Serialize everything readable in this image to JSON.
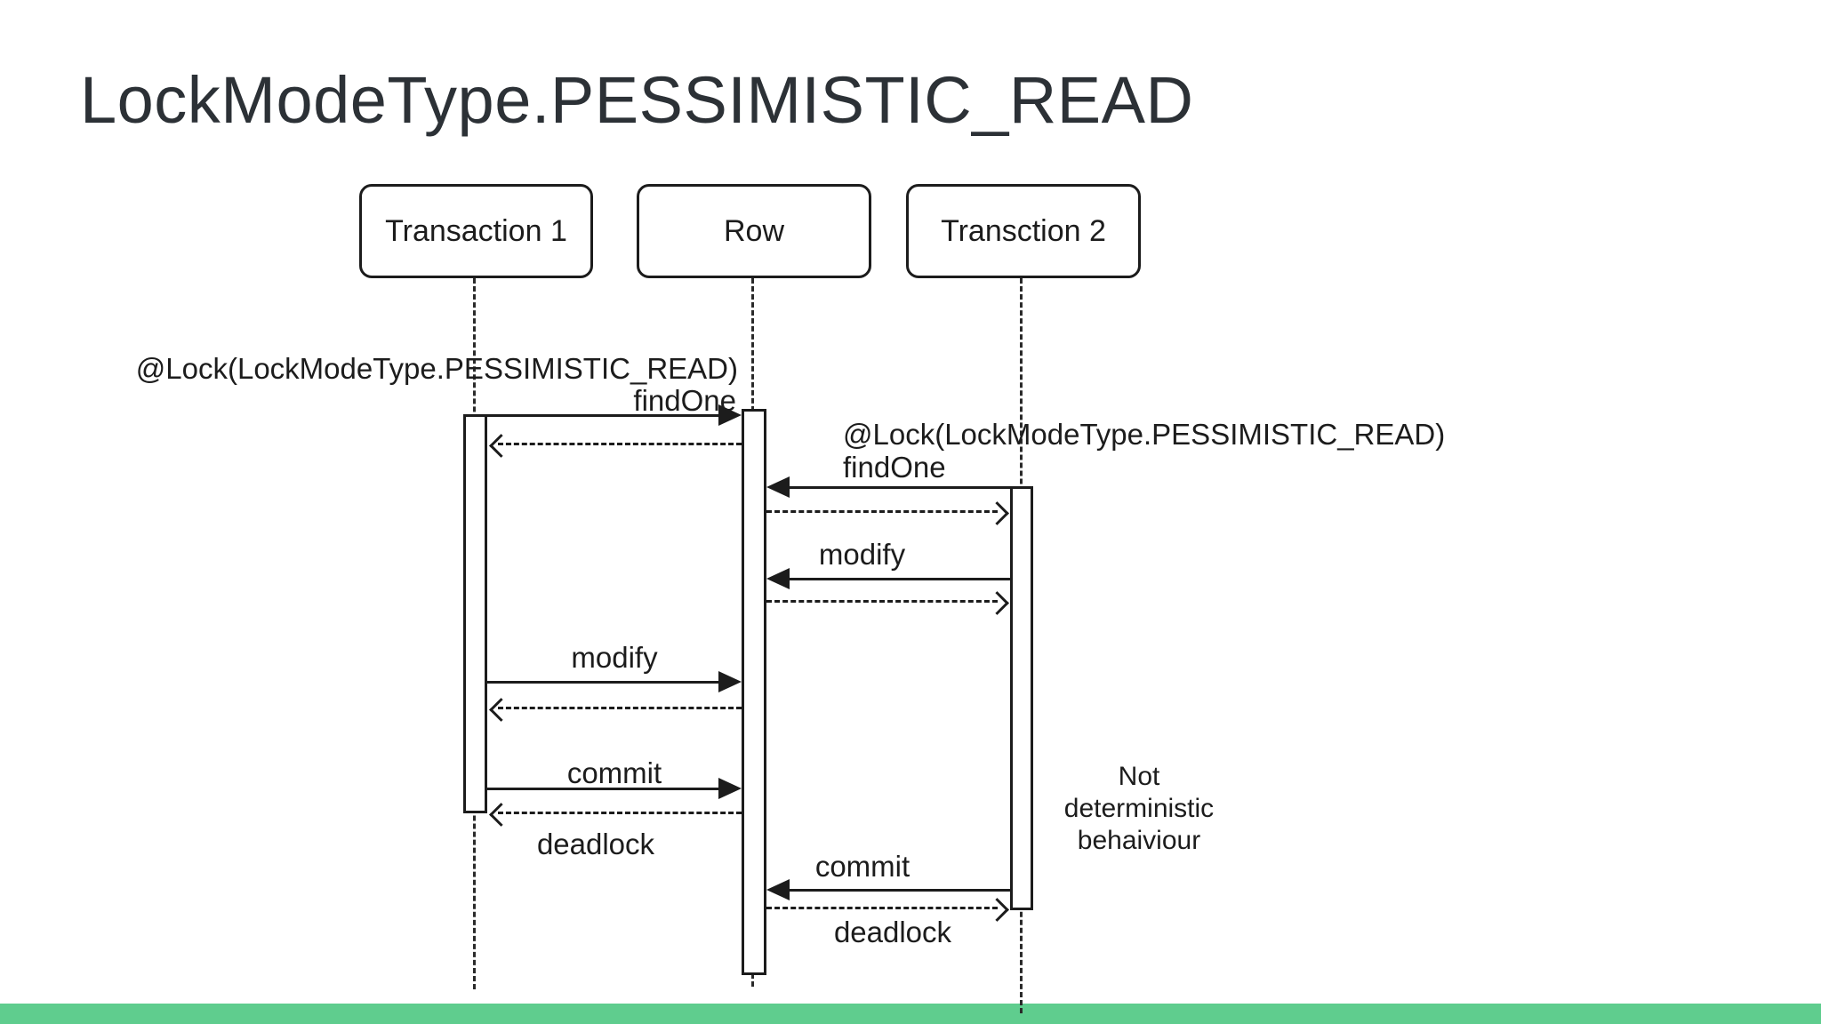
{
  "slide": {
    "title": "LockModeType.PESSIMISTIC_READ"
  },
  "theme": {
    "accent_green": "#5fcd8e",
    "line_color": "#1c1c1c",
    "title_color": "#2c3136",
    "background": "#ffffff"
  },
  "diagram": {
    "type": "sequence-diagram",
    "actors": [
      {
        "id": "transaction1",
        "label": "Transaction 1"
      },
      {
        "id": "row",
        "label": "Row"
      },
      {
        "id": "transaction2",
        "label": "Transction 2"
      }
    ],
    "messages": [
      {
        "from": "Transaction 1",
        "to": "Row",
        "type": "call",
        "style": "solid",
        "annotation": "@Lock(LockModeType.PESSIMISTIC_READ)",
        "label": "findOne"
      },
      {
        "from": "Row",
        "to": "Transaction 1",
        "type": "return",
        "style": "dashed",
        "label": ""
      },
      {
        "from": "Transction 2",
        "to": "Row",
        "type": "call",
        "style": "solid",
        "annotation": "@Lock(LockModeType.PESSIMISTIC_READ)",
        "label": "findOne"
      },
      {
        "from": "Row",
        "to": "Transction 2",
        "type": "return",
        "style": "dashed",
        "label": ""
      },
      {
        "from": "Transction 2",
        "to": "Row",
        "type": "call",
        "style": "solid",
        "label": "modify"
      },
      {
        "from": "Row",
        "to": "Transction 2",
        "type": "return",
        "style": "dashed",
        "label": ""
      },
      {
        "from": "Transaction 1",
        "to": "Row",
        "type": "call",
        "style": "solid",
        "label": "modify"
      },
      {
        "from": "Row",
        "to": "Transaction 1",
        "type": "return",
        "style": "dashed",
        "label": ""
      },
      {
        "from": "Transaction 1",
        "to": "Row",
        "type": "call",
        "style": "solid",
        "label": "commit"
      },
      {
        "from": "Row",
        "to": "Transaction 1",
        "type": "return",
        "style": "dashed",
        "label": "deadlock"
      },
      {
        "from": "Transction 2",
        "to": "Row",
        "type": "call",
        "style": "solid",
        "label": "commit"
      },
      {
        "from": "Row",
        "to": "Transction 2",
        "type": "return",
        "style": "dashed",
        "label": "deadlock"
      }
    ],
    "note": {
      "lines": [
        "Not",
        "deterministic",
        "behaiviour"
      ]
    }
  }
}
